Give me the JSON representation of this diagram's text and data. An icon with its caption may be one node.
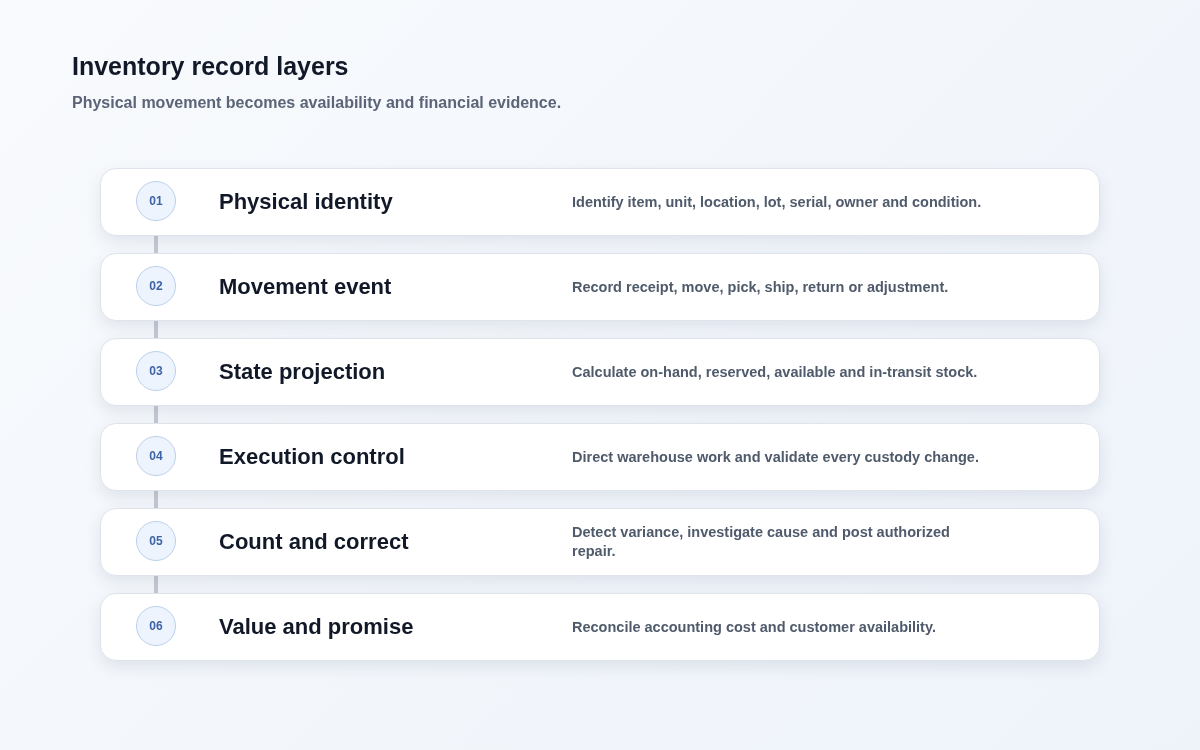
{
  "diagram": {
    "title": "Inventory record layers",
    "caption": "Physical movement becomes availability and financial evidence.",
    "nodes": [
      {
        "text": [
          "01",
          "Physical identity",
          "Identify item, unit, location, lot, serial, owner and condition."
        ]
      },
      {
        "text": [
          "02",
          "Movement event",
          "Record receipt, move, pick, ship, return or adjustment."
        ]
      },
      {
        "text": [
          "03",
          "State projection",
          "Calculate on-hand, reserved, available and in-transit stock."
        ]
      },
      {
        "text": [
          "04",
          "Execution control",
          "Direct warehouse work and validate every custody change."
        ]
      },
      {
        "text": [
          "05",
          "Count and correct",
          "Detect variance, investigate cause and post authorized repair."
        ]
      },
      {
        "text": [
          "06",
          "Value and promise",
          "Reconcile accounting cost and customer availability."
        ]
      }
    ],
    "edges": [
      {
        "from": 0,
        "to": 1,
        "arrow": "none"
      },
      {
        "from": 1,
        "to": 2,
        "arrow": "none"
      },
      {
        "from": 2,
        "to": 3,
        "arrow": "none"
      },
      {
        "from": 3,
        "to": 4,
        "arrow": "none"
      },
      {
        "from": 4,
        "to": 5,
        "arrow": "none"
      }
    ]
  }
}
